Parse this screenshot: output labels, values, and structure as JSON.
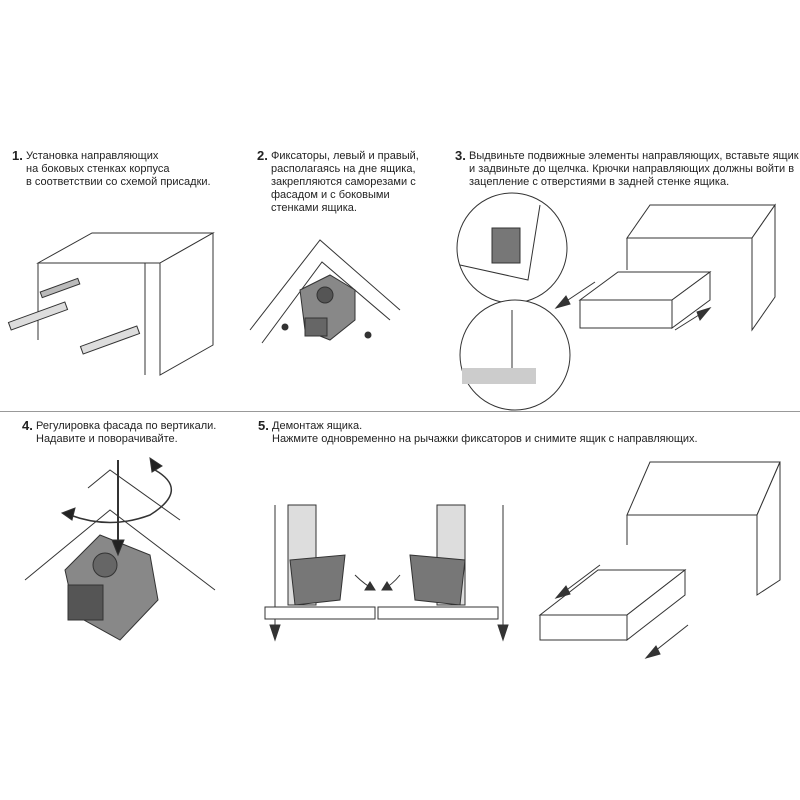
{
  "steps": [
    {
      "number": "1.",
      "lines": "Установка направляющих\nна боковых стенках корпуса\nв соответствии со схемой присадки."
    },
    {
      "number": "2.",
      "lines": "Фиксаторы, левый и правый,\nрасполагаясь на дне ящика,\nзакрепляются саморезами с\nфасадом и с боковыми\nстенками ящика."
    },
    {
      "number": "3.",
      "lines": "Выдвиньте подвижные элементы направляющих, вставьте ящик\nи задвиньте до щелчка. Крючки направляющих должны войти в\nзацепление с отверстиями в задней стенке ящика."
    },
    {
      "number": "4.",
      "lines": "Регулировка фасада по вертикали.\nНадавите и поворачивайте."
    },
    {
      "number": "5.",
      "lines": "Демонтаж ящика.\nНажмите одновременно на рычажки фиксаторов и снимите ящик с направляющих."
    }
  ]
}
